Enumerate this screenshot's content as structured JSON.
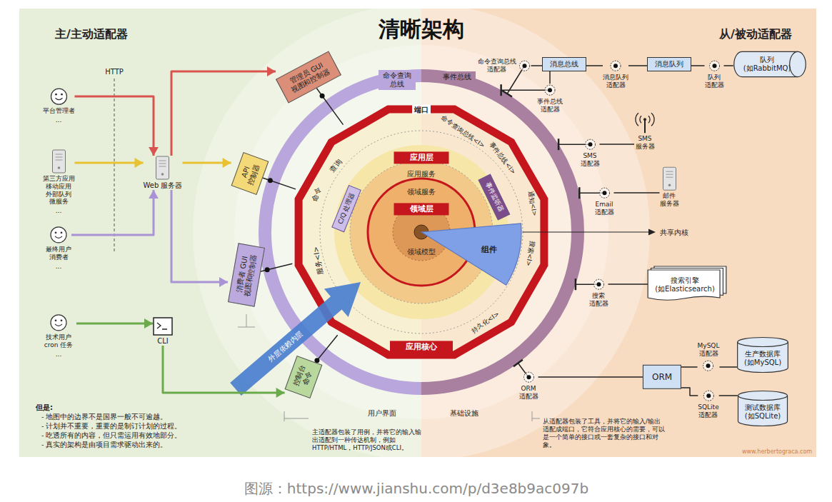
{
  "diagram": {
    "title": "清晰架构",
    "caption": "图源：https://www.jianshu.com/p/d3e8b9ac097b",
    "nodes": [
      {
        "text": [
          "平台管理者",
          "..."
        ]
      },
      {
        "text": [
          "第三方应用 移动应用 外部队列 微服务",
          "..."
        ]
      },
      {
        "text": [
          "最终用户 消费者",
          "..."
        ]
      },
      {
        "text": [
          "技术用户 cron 任务",
          "..."
        ]
      },
      {
        "text": [
          "Web 服务器"
        ]
      },
      {
        "text": [
          "CLI"
        ]
      },
      {
        "text": [
          "管理员 GUI 视图和控制器"
        ]
      },
      {
        "text": [
          "API 控制器"
        ]
      },
      {
        "text": [
          "消费者 GUI 视图和控制器"
        ]
      },
      {
        "text": [
          "控制台 命令"
        ]
      },
      {
        "text": [
          "命令查询 总线"
        ]
      },
      {
        "text": [
          "事件总线"
        ]
      },
      {
        "text": [
          "应用层"
        ]
      },
      {
        "text": [
          "C/Q 处理器"
        ]
      },
      {
        "text": [
          "事件监听器"
        ]
      },
      {
        "text": [
          "领域层"
        ]
      },
      {
        "text": [
          "组件"
        ]
      },
      {
        "text": [
          "应用核心"
        ]
      },
      {
        "text": [
          "命令查询总线 适配器"
        ]
      },
      {
        "text": [
          "消息总线"
        ]
      },
      {
        "text": [
          "事件总线 适配器"
        ]
      },
      {
        "text": [
          "消息队列 适配器"
        ]
      },
      {
        "text": [
          "消息队列"
        ]
      },
      {
        "text": [
          "队列 适配器"
        ]
      },
      {
        "text": [
          "队列 (如RabbitMQ)"
        ]
      },
      {
        "text": [
          "SMS 服务器"
        ]
      },
      {
        "text": [
          "SMS 适配器"
        ]
      },
      {
        "text": [
          "邮件 服务器"
        ]
      },
      {
        "text": [
          "Email 适配器"
        ]
      },
      {
        "text": [
          "搜索引擎 (如Elasticsearch)"
        ]
      },
      {
        "text": [
          "搜索 适配器"
        ]
      },
      {
        "text": [
          "ORM 适配器"
        ]
      },
      {
        "text": [
          "ORM"
        ]
      },
      {
        "text": [
          "MySQL 适配器"
        ]
      },
      {
        "text": [
          "生产数据库 (如MySQL)"
        ]
      },
      {
        "text": [
          "SQLite 适配器"
        ]
      },
      {
        "text": [
          "测试数据库 (如SQLite)"
        ]
      }
    ],
    "edges": [
      {
        "from": 0,
        "to": 4,
        "arrow": "to"
      },
      {
        "from": 4,
        "to": 6,
        "arrow": "to"
      },
      {
        "from": 1,
        "to": 4,
        "arrow": "to"
      },
      {
        "from": 4,
        "to": 7,
        "arrow": "to"
      },
      {
        "from": 2,
        "to": 4,
        "arrow": "to"
      },
      {
        "from": 4,
        "to": 8,
        "arrow": "to"
      },
      {
        "from": 3,
        "to": 5,
        "arrow": "to"
      },
      {
        "from": 5,
        "to": 9,
        "arrow": "to"
      },
      {
        "from": 18,
        "to": 19,
        "arrow": "none"
      },
      {
        "from": 20,
        "to": 19,
        "arrow": "none"
      },
      {
        "from": 19,
        "to": 21,
        "arrow": "none"
      },
      {
        "from": 21,
        "to": 22,
        "arrow": "none"
      },
      {
        "from": 22,
        "to": 23,
        "arrow": "none"
      },
      {
        "from": 23,
        "to": 24,
        "arrow": "none"
      },
      {
        "from": 26,
        "to": 25,
        "arrow": "none"
      },
      {
        "from": 28,
        "to": 27,
        "arrow": "none"
      },
      {
        "from": 30,
        "to": 29,
        "arrow": "none"
      },
      {
        "from": 31,
        "to": 32,
        "arrow": "none"
      },
      {
        "from": 32,
        "to": 33,
        "arrow": "none"
      },
      {
        "from": 33,
        "to": 34,
        "arrow": "none"
      },
      {
        "from": 32,
        "to": 35,
        "arrow": "none"
      },
      {
        "from": 35,
        "to": 36,
        "arrow": "none"
      }
    ],
    "labels": [
      "主/主动适配器",
      "从/被动适配器",
      "HTTP",
      "端口",
      "查询",
      "命令",
      "服务<I>",
      "命令查询总线<I>",
      "事件总线<I>",
      "通知<I>",
      "搜索<I>",
      "持久化<I>",
      "应用服务",
      "领域服务",
      "领域模型",
      "共享内核",
      "外层依赖内层",
      "用户界面",
      "基础设施",
      "但是:",
      "- 地图中的边界不是国界一般不可逾越。",
      "- 计划并不重要，重要的是制订计划的过程。",
      "- 吃透所有的内容，但只需运用有效地部分。",
      "- 真实的架构是由项目需求驱动出来的。",
      "主适配器包装了用例，并将它的输入输出适配到一种传达机制，例如HTTP/HTML，HTTP/JSON或CLI。",
      "从适配器包装了工具，并将它的输入/输出适配成端口，它符合应用核心的需要，可以是一个简单的接口或一套复杂的接口和对象。",
      "www.herbertograca.com"
    ]
  }
}
